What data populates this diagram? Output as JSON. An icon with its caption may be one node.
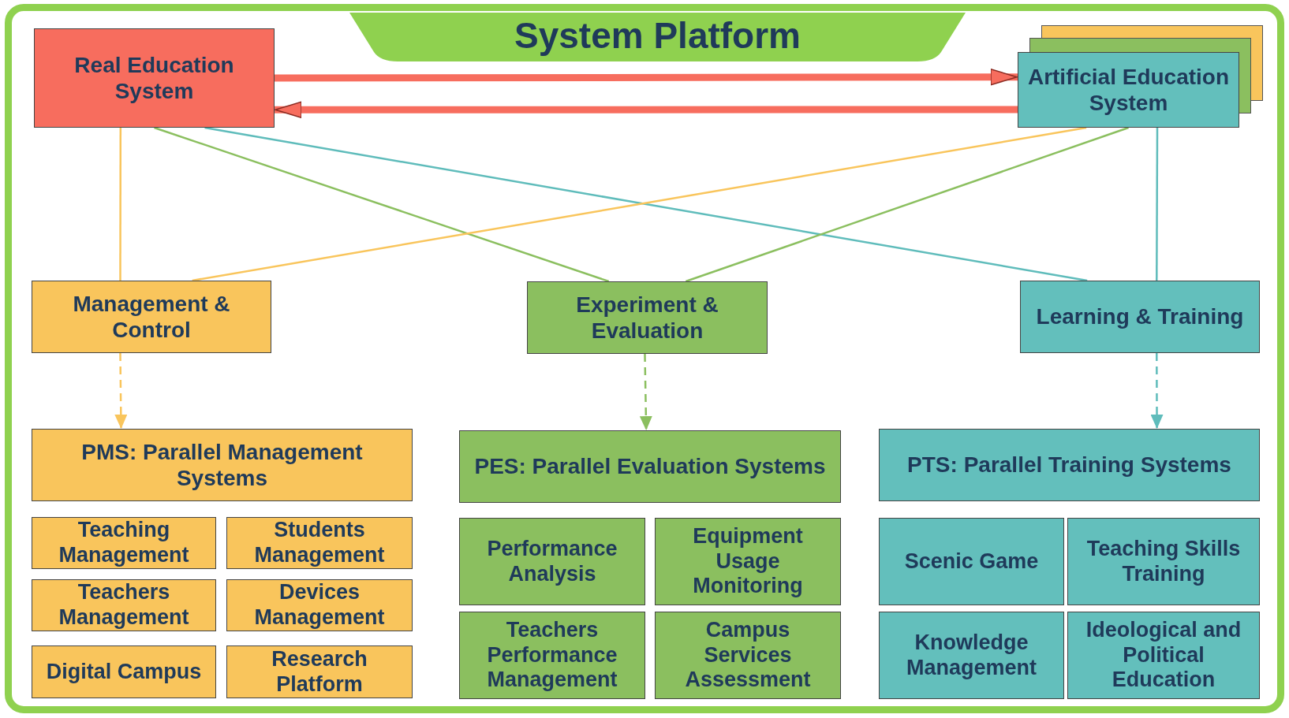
{
  "diagram": {
    "title": "System Platform",
    "nodes": [
      {
        "text": [
          "Real Education System"
        ]
      },
      {
        "text": [
          "Artificial Education System"
        ]
      },
      {
        "text": [
          "Management & Control"
        ]
      },
      {
        "text": [
          "Experiment & Evaluation"
        ]
      },
      {
        "text": [
          "Learning & Training"
        ]
      },
      {
        "text": [
          "PMS: Parallel Management Systems"
        ]
      },
      {
        "text": [
          "PES: Parallel Evaluation Systems"
        ]
      },
      {
        "text": [
          "PTS: Parallel Training Systems"
        ]
      },
      {
        "text": [
          "Teaching Management"
        ]
      },
      {
        "text": [
          "Students Management"
        ]
      },
      {
        "text": [
          "Teachers Management"
        ]
      },
      {
        "text": [
          "Devices Management"
        ]
      },
      {
        "text": [
          "Digital Campus"
        ]
      },
      {
        "text": [
          "Research Platform"
        ]
      },
      {
        "text": [
          "Performance Analysis"
        ]
      },
      {
        "text": [
          "Equipment Usage Monitoring"
        ]
      },
      {
        "text": [
          "Teachers Performance Management"
        ]
      },
      {
        "text": [
          "Campus Services Assessment"
        ]
      },
      {
        "text": [
          "Scenic Game"
        ]
      },
      {
        "text": [
          "Teaching Skills Training"
        ]
      },
      {
        "text": [
          "Knowledge Management"
        ]
      },
      {
        "text": [
          "Ideological and Political Education"
        ]
      }
    ],
    "edges": [
      {
        "from": 0,
        "to": 1,
        "arrow": "to",
        "style": "thick",
        "color": "#f76d5e"
      },
      {
        "from": 1,
        "to": 0,
        "arrow": "to",
        "style": "thick",
        "color": "#f76d5e"
      },
      {
        "from": 0,
        "to": 2,
        "arrow": "none",
        "color": "#f9c55c"
      },
      {
        "from": 0,
        "to": 3,
        "arrow": "none",
        "color": "#8bbf5f"
      },
      {
        "from": 0,
        "to": 4,
        "arrow": "none",
        "color": "#5fbcbb"
      },
      {
        "from": 1,
        "to": 2,
        "arrow": "none",
        "color": "#f9c55c"
      },
      {
        "from": 1,
        "to": 3,
        "arrow": "none",
        "color": "#8bbf5f"
      },
      {
        "from": 1,
        "to": 4,
        "arrow": "none",
        "color": "#5fbcbb"
      },
      {
        "from": 2,
        "to": 5,
        "arrow": "to",
        "style": "dashed",
        "color": "#f9c55c"
      },
      {
        "from": 3,
        "to": 6,
        "arrow": "to",
        "style": "dashed",
        "color": "#8bbf5f"
      },
      {
        "from": 4,
        "to": 7,
        "arrow": "to",
        "style": "dashed",
        "color": "#5fbcbb"
      }
    ]
  }
}
